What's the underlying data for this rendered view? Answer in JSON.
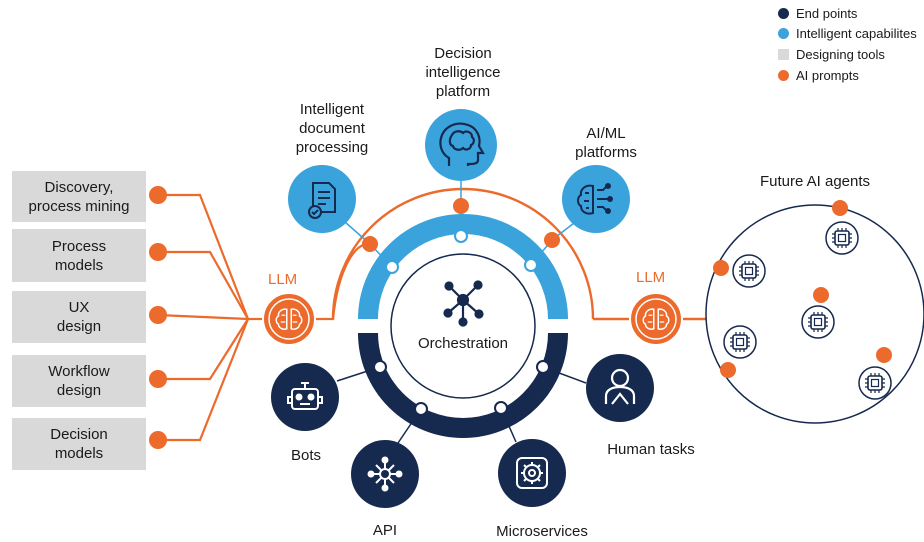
{
  "legend": {
    "items": [
      {
        "label": "End points",
        "color": "#16294e",
        "shape": "circle"
      },
      {
        "label": "Intelligent capabilites",
        "color": "#3aa3dc",
        "shape": "circle"
      },
      {
        "label": "Designing tools",
        "color": "#d9d9d9",
        "shape": "square"
      },
      {
        "label": "AI prompts",
        "color": "#ec6a2c",
        "shape": "circle"
      }
    ]
  },
  "design_tools": [
    "Discovery,\nprocess mining",
    "Process\nmodels",
    "UX\ndesign",
    "Workflow\ndesign",
    "Decision\nmodels"
  ],
  "llm_left": "LLM",
  "llm_right": "LLM",
  "center": {
    "label": "Orchestration",
    "icon": "network-hub-icon"
  },
  "capabilities": {
    "idp": {
      "label": "Intelligent\ndocument\nprocessing",
      "icon": "document-check-icon"
    },
    "dip": {
      "label": "Decision\nintelligence\nplatform",
      "icon": "brain-head-icon"
    },
    "aiml": {
      "label": "AI/ML\nplatforms",
      "icon": "ai-brain-icon"
    }
  },
  "endpoints": {
    "bots": {
      "label": "Bots",
      "icon": "robot-icon"
    },
    "api": {
      "label": "API",
      "icon": "api-hub-icon"
    },
    "micro": {
      "label": "Microservices",
      "icon": "gear-chip-icon"
    },
    "human": {
      "label": "Human tasks",
      "icon": "person-icon"
    }
  },
  "future_agents": {
    "label": "Future AI agents",
    "icon": "chip-icon"
  },
  "colors": {
    "orange": "#ec6a2c",
    "blue": "#3aa3dc",
    "navy": "#16294e",
    "gray": "#d9d9d9"
  }
}
